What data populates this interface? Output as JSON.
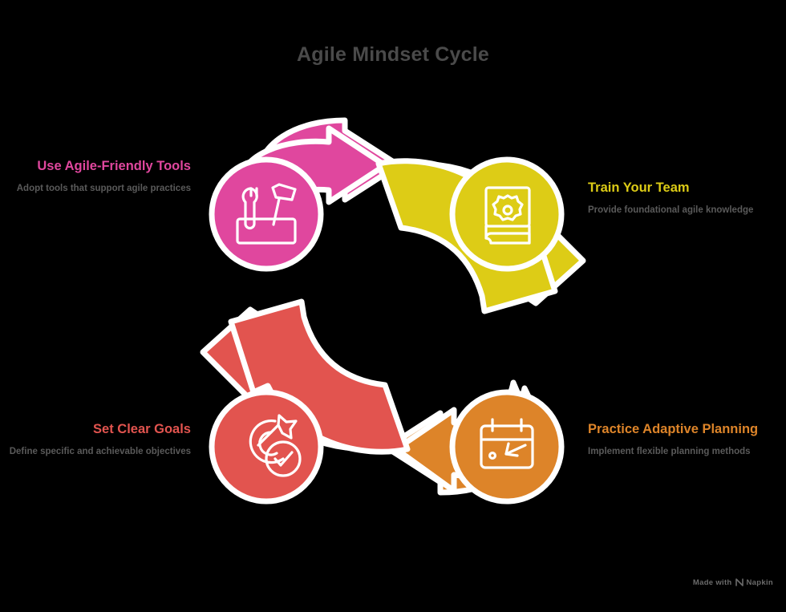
{
  "title": "Agile Mindset Cycle",
  "watermark": {
    "prefix": "Made with",
    "icon": "napkin-logo-icon",
    "brand": "Napkin"
  },
  "theme": {
    "background": "#000000",
    "title_color": "#4a4a4a",
    "description_color": "#5a5a5a",
    "stroke_color": "#ffffff"
  },
  "diagram": {
    "type": "cycle",
    "direction": "clockwise",
    "step_count": 4,
    "nodes": [
      {
        "id": "tools",
        "position": "top-left",
        "title": "Use Agile-Friendly Tools",
        "description": "Adopt tools that support agile practices",
        "color": "#e0479e",
        "icon": "toolbox-wrench-hammer-icon"
      },
      {
        "id": "train",
        "position": "top-right",
        "title": "Train Your Team",
        "description": "Provide foundational agile knowledge",
        "color": "#ddcc16",
        "icon": "book-gear-icon"
      },
      {
        "id": "planning",
        "position": "bottom-right",
        "title": "Practice Adaptive Planning",
        "description": "Implement flexible planning methods",
        "color": "#dd8429",
        "icon": "calendar-arrow-icon"
      },
      {
        "id": "goals",
        "position": "bottom-left",
        "title": "Set Clear Goals",
        "description": "Define specific and achievable objectives",
        "color": "#e2544f",
        "icon": "target-check-icon"
      }
    ],
    "arrows": [
      {
        "id": "tools-to-train",
        "from": "tools",
        "to": "train",
        "color": "#e0479e",
        "direction": "right"
      },
      {
        "id": "train-to-planning",
        "from": "train",
        "to": "planning",
        "color": "#ddcc16",
        "direction": "down"
      },
      {
        "id": "planning-to-goals",
        "from": "planning",
        "to": "goals",
        "color": "#dd8429",
        "direction": "left"
      },
      {
        "id": "goals-to-tools",
        "from": "goals",
        "to": "tools",
        "color": "#e2544f",
        "direction": "up"
      }
    ]
  }
}
